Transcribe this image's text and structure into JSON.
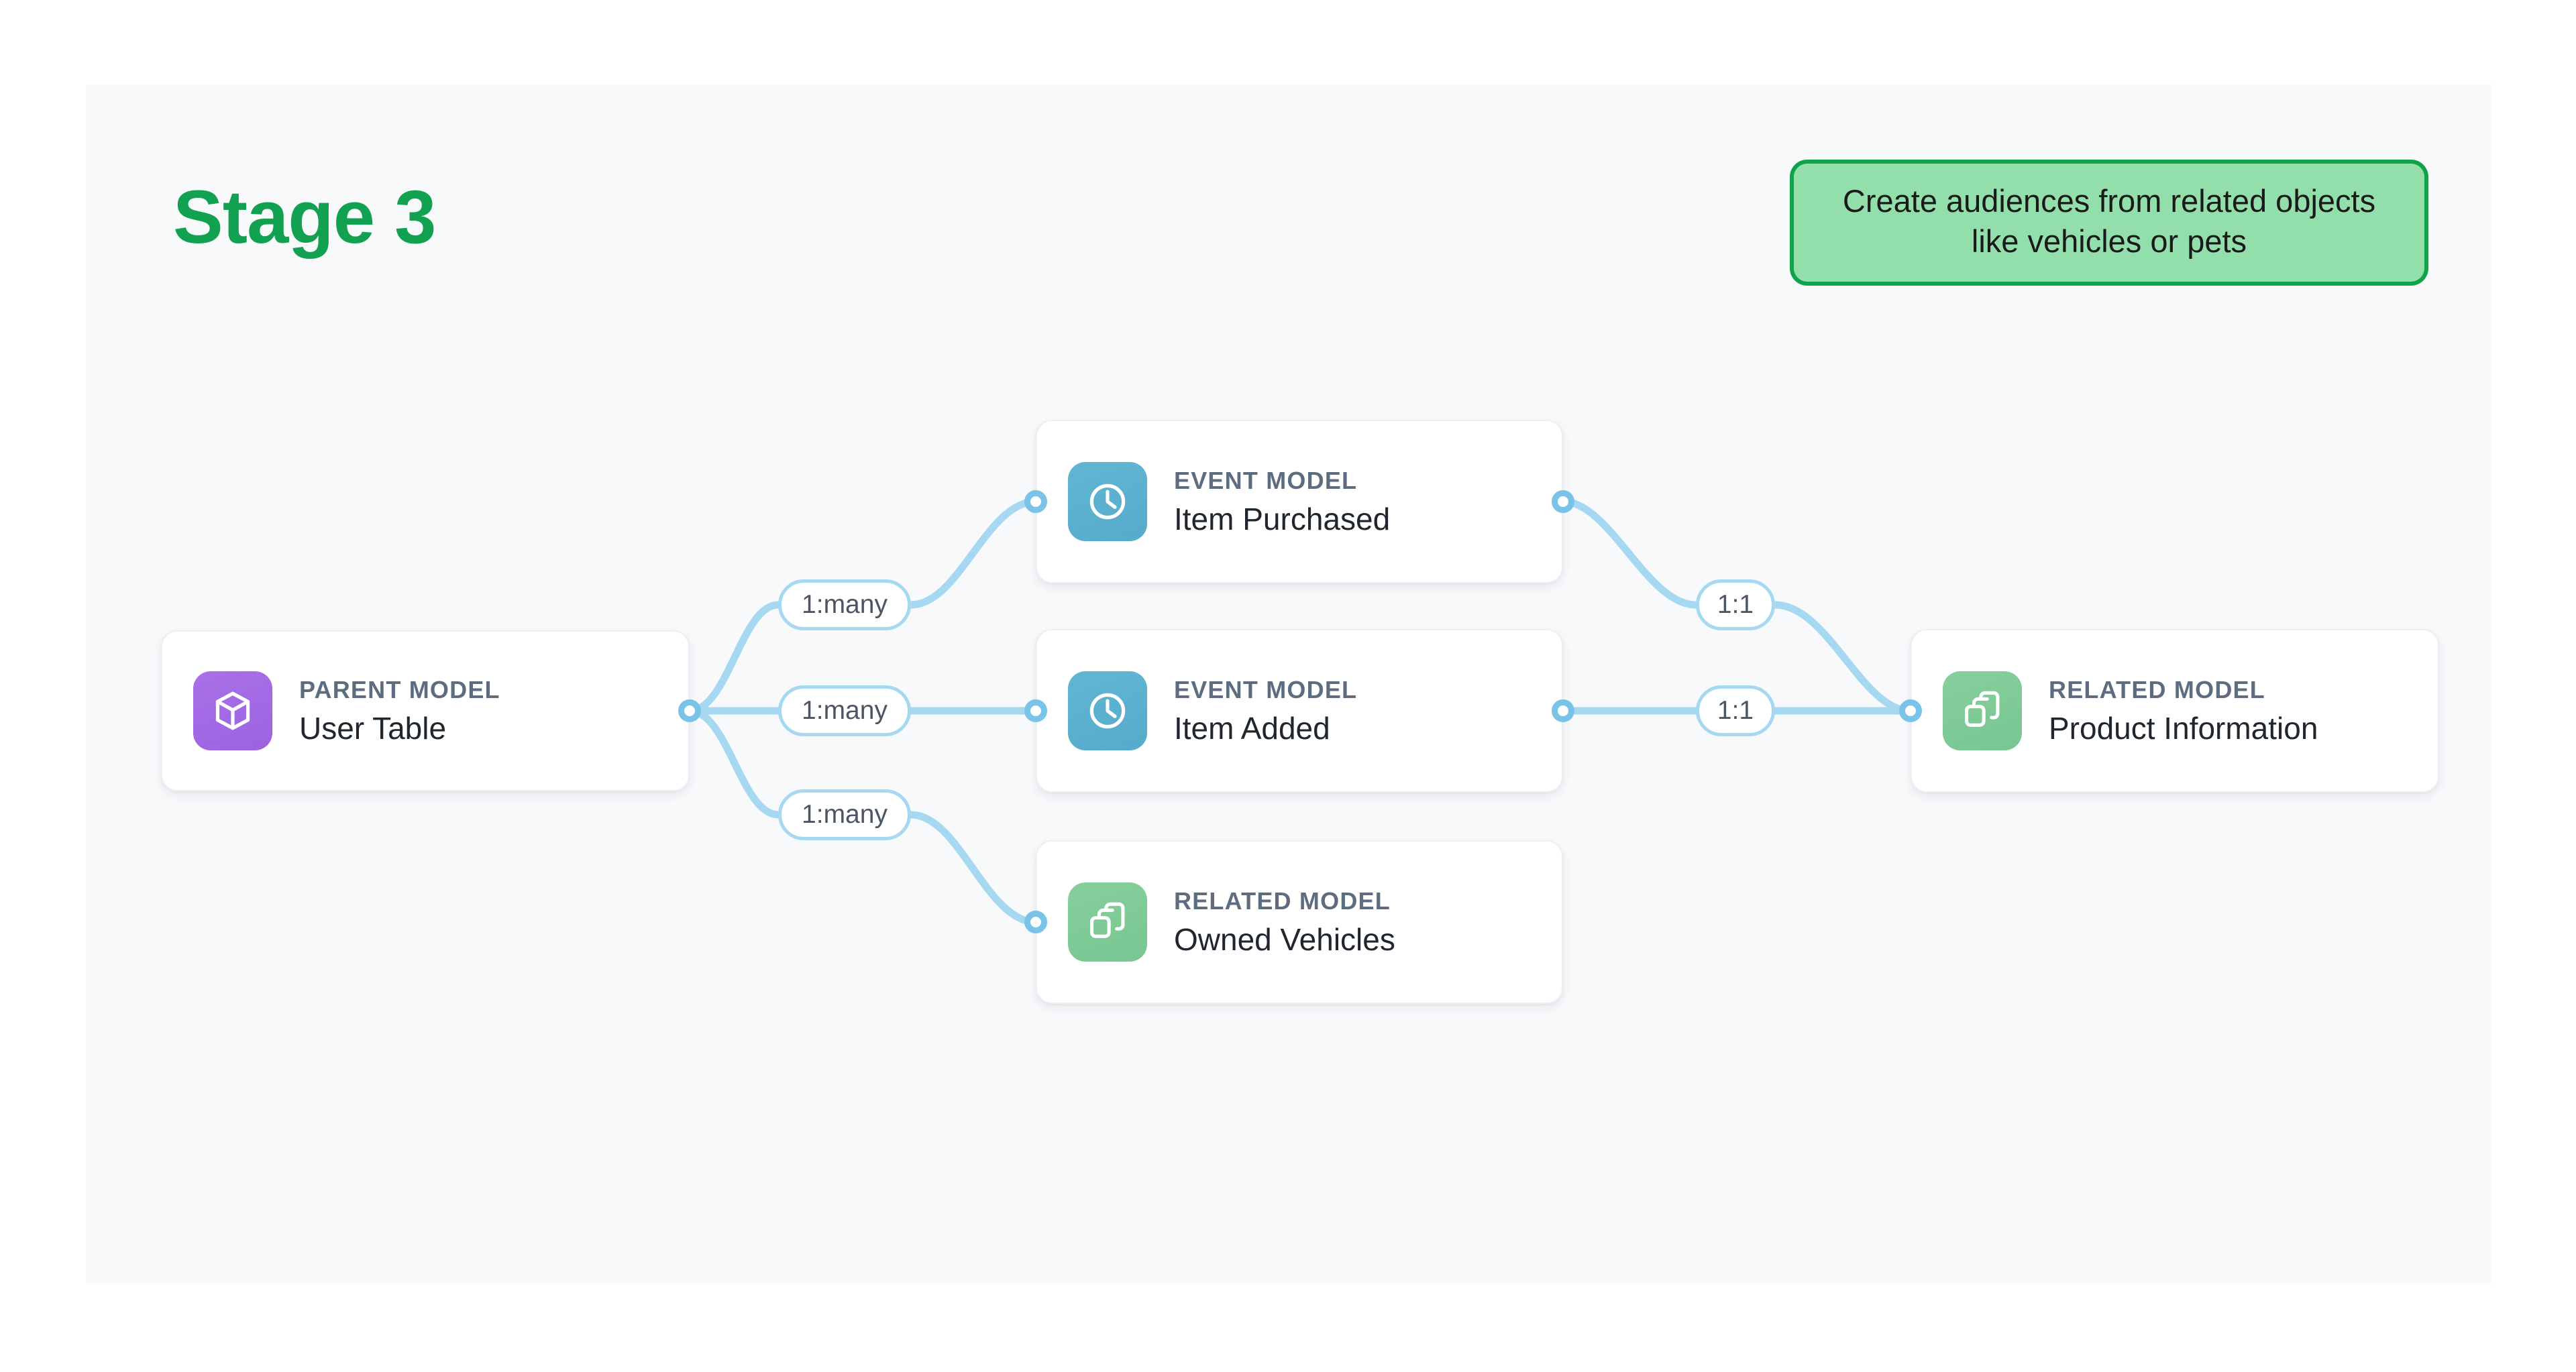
{
  "stage": {
    "title": "Stage 3",
    "title_color": "#12a150"
  },
  "callout": {
    "text": "Create audiences from related objects like vehicles or pets",
    "fill": "#93dfab",
    "border_color": "#10a44a"
  },
  "canvas": {
    "background": "#f7f9fb",
    "dot_color": "#dfe3e8",
    "edge_color": "#a6d8f2",
    "port_color": "#79c3e8"
  },
  "nodes": [
    {
      "id": "parent",
      "kicker": "PARENT MODEL",
      "title": "User Table",
      "icon": "cube-icon",
      "icon_color": "#9b63e0"
    },
    {
      "id": "event-purchased",
      "kicker": "EVENT MODEL",
      "title": "Item Purchased",
      "icon": "clock-icon",
      "icon_color": "#55abcb"
    },
    {
      "id": "event-added",
      "kicker": "EVENT MODEL",
      "title": "Item Added",
      "icon": "clock-icon",
      "icon_color": "#55abcb"
    },
    {
      "id": "related-vehicles",
      "kicker": "RELATED MODEL",
      "title": "Owned Vehicles",
      "icon": "layers-icon",
      "icon_color": "#78c691"
    },
    {
      "id": "related-product",
      "kicker": "RELATED MODEL",
      "title": "Product Information",
      "icon": "layers-icon",
      "icon_color": "#78c691"
    }
  ],
  "relationships": [
    {
      "id": "parent-to-purchased",
      "label": "1:many",
      "from": "parent",
      "to": "event-purchased"
    },
    {
      "id": "parent-to-added",
      "label": "1:many",
      "from": "parent",
      "to": "event-added"
    },
    {
      "id": "parent-to-vehicles",
      "label": "1:many",
      "from": "parent",
      "to": "related-vehicles"
    },
    {
      "id": "purchased-to-product",
      "label": "1:1",
      "from": "event-purchased",
      "to": "related-product"
    },
    {
      "id": "added-to-product",
      "label": "1:1",
      "from": "event-added",
      "to": "related-product"
    }
  ]
}
